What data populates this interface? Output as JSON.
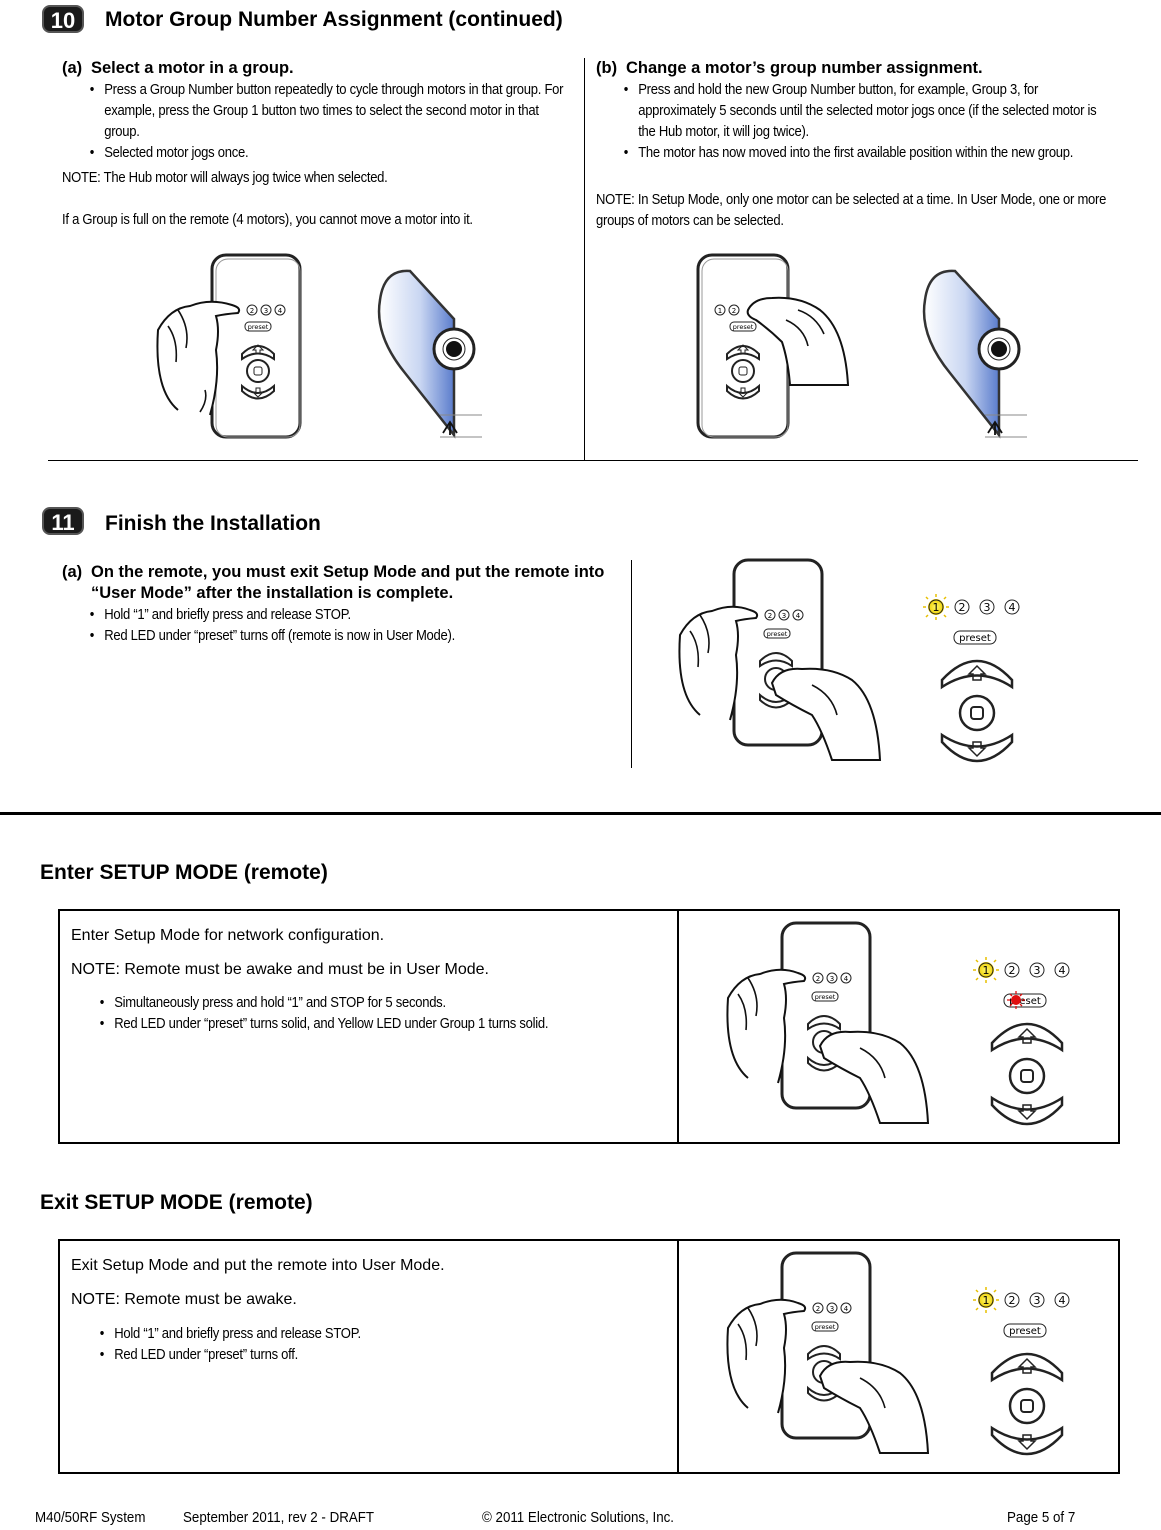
{
  "section10": {
    "badge": "10",
    "title": "Motor Group Number Assignment (continued)",
    "a": {
      "label": "(a)",
      "heading": "Select a motor in a group.",
      "bullets": [
        "Press a Group Number button repeatedly to cycle through motors in that group. For example, press the Group 1 button two times to select the second motor in that group.",
        "Selected motor jogs once."
      ],
      "note": "NOTE: The Hub motor will always jog twice when selected.",
      "extra": "If a Group is full on the remote (4 motors), you cannot move a motor into it."
    },
    "b": {
      "label": "(b)",
      "heading": "Change a motor’s group number assignment.",
      "bullets": [
        "Press and hold the new Group Number button, for example, Group 3, for approximately 5 seconds until the selected motor jogs once (if the selected motor is the Hub motor, it will jog twice).",
        "The motor has now moved into the first available position within the new group."
      ],
      "note": "NOTE: In Setup Mode, only one motor can be selected at a time. In User Mode, one or more groups of motors can be selected."
    }
  },
  "section11": {
    "badge": "11",
    "title": "Finish the Installation",
    "a": {
      "label": "(a)",
      "heading": "On the remote, you must exit Setup Mode and put the remote into “User Mode” after the installation is complete.",
      "bullets": [
        "Hold “1” and briefly press and release STOP.",
        "Red LED under “preset” turns off (remote is now in User Mode)."
      ]
    }
  },
  "remote_labels": {
    "b1": "1",
    "b2": "2",
    "b3": "3",
    "b4": "4",
    "preset": "preset"
  },
  "enter_setup": {
    "heading": "Enter SETUP MODE (remote)",
    "intro": "Enter Setup Mode for network configuration.",
    "note": "NOTE: Remote must be awake and must be in User Mode.",
    "bullets": [
      "Simultaneously press and hold “1” and STOP for 5 seconds.",
      "Red LED under “preset” turns solid, and Yellow LED under Group 1 turns solid."
    ]
  },
  "exit_setup": {
    "heading": "Exit SETUP MODE (remote)",
    "intro": "Exit Setup Mode and put the remote into User Mode.",
    "note": "NOTE: Remote must be awake.",
    "bullets": [
      "Hold “1” and briefly press and release STOP.",
      "Red LED under “preset” turns off."
    ]
  },
  "footer": {
    "product": "M40/50RF System",
    "date": "September 2011, rev 2 - DRAFT",
    "copyright": "© 2011 Electronic Solutions, Inc.",
    "page": "Page 5 of 7"
  },
  "colors": {
    "led_yellow": "#f5e400",
    "led_red": "#e01010",
    "shade_blue": "#6f8fd0"
  }
}
